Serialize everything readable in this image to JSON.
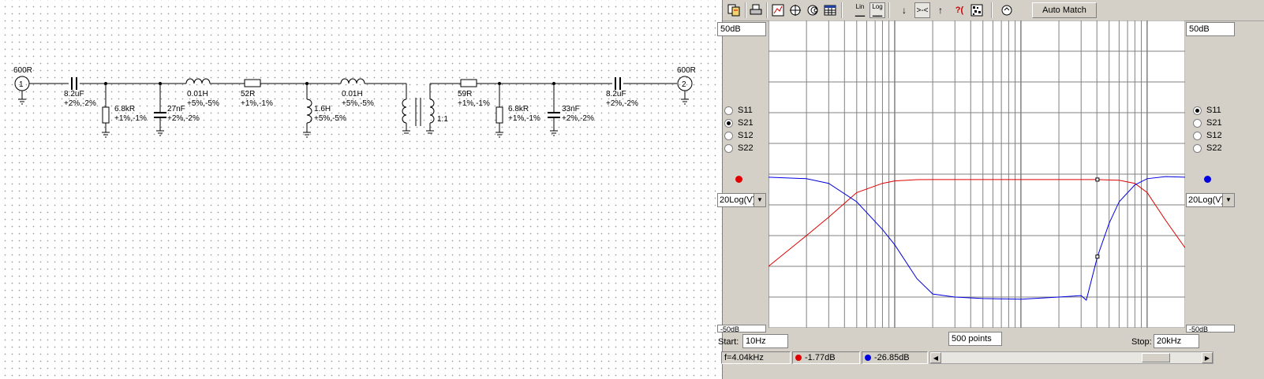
{
  "schematic": {
    "source": {
      "port": "1",
      "impedance": "600R"
    },
    "load": {
      "port": "2",
      "impedance": "600R"
    },
    "components": [
      {
        "id": "c1",
        "value": "8.2uF",
        "tol": "+2%,-2%"
      },
      {
        "id": "r1",
        "value": "6.8kR",
        "tol": "+1%,-1%"
      },
      {
        "id": "c2",
        "value": "27nF",
        "tol": "+2%,-2%"
      },
      {
        "id": "l1",
        "value": "0.01H",
        "tol": "+5%,-5%"
      },
      {
        "id": "r2",
        "value": "52R",
        "tol": "+1%,-1%"
      },
      {
        "id": "l2",
        "value": "1.6H",
        "tol": "+5%,-5%"
      },
      {
        "id": "l3",
        "value": "0.01H",
        "tol": "+5%,-5%"
      },
      {
        "id": "t1",
        "value": "1:1"
      },
      {
        "id": "r3",
        "value": "59R",
        "tol": "+1%,-1%"
      },
      {
        "id": "r4",
        "value": "6.8kR",
        "tol": "+1%,-1%"
      },
      {
        "id": "c3",
        "value": "33nF",
        "tol": "+2%,-2%"
      },
      {
        "id": "c4",
        "value": "8.2uF",
        "tol": "+2%,-2%"
      }
    ]
  },
  "analyzer": {
    "toolbar": {
      "icons": [
        "copy-icon",
        "print-icon",
        "chart-icon",
        "crosshair-icon",
        "smith-chart-icon",
        "table-icon",
        "lin-scale-icon",
        "log-scale-icon",
        "arrow-down-icon",
        "cursor-icon",
        "arrow-up-icon",
        "help-icon",
        "noise-icon",
        "lock-icon"
      ],
      "lin_label": "Lin",
      "log_label": "Log",
      "help_label": "?(",
      "cursor_label": ">-<",
      "auto_match": "Auto Match"
    },
    "left_axis": {
      "top": "50dB",
      "bottom": "-50dB",
      "scale": "20Log(V)"
    },
    "right_axis": {
      "top": "50dB",
      "bottom": "-50dB",
      "scale": "20Log(V)"
    },
    "left_params": [
      {
        "label": "S11",
        "selected": false
      },
      {
        "label": "S21",
        "selected": true
      },
      {
        "label": "S12",
        "selected": false
      },
      {
        "label": "S22",
        "selected": false
      }
    ],
    "right_params": [
      {
        "label": "S11",
        "selected": true
      },
      {
        "label": "S21",
        "selected": false
      },
      {
        "label": "S12",
        "selected": false
      },
      {
        "label": "S22",
        "selected": false
      }
    ],
    "colors": {
      "left_trace": "#e00000",
      "right_trace": "#0000e0",
      "grid": "#808080"
    },
    "start_label": "Start:",
    "start_value": "10Hz",
    "points": "500 points",
    "stop_label": "Stop:",
    "stop_value": "20kHz",
    "status": {
      "freq": "f=4.04kHz",
      "red_value": "-1.77dB",
      "blue_value": "-26.85dB"
    }
  },
  "chart_data": {
    "type": "line",
    "x_scale": "log",
    "xlim_hz": [
      10,
      20000
    ],
    "ylim_db": [
      -50,
      50
    ],
    "grid": true,
    "series": [
      {
        "param": "S21",
        "color": "#e00000",
        "x": [
          10,
          20,
          30,
          50,
          80,
          100,
          150,
          200,
          500,
          1000,
          2000,
          4040,
          6000,
          8000,
          10000,
          14000,
          20000
        ],
        "y": [
          -30,
          -20,
          -14,
          -6,
          -3,
          -2.2,
          -1.8,
          -1.77,
          -1.77,
          -1.77,
          -1.77,
          -1.77,
          -2,
          -3,
          -6,
          -15,
          -24
        ]
      },
      {
        "param": "S11",
        "color": "#0000e0",
        "x": [
          10,
          20,
          30,
          50,
          80,
          100,
          150,
          200,
          300,
          500,
          1000,
          2000,
          3000,
          3300,
          4040,
          5000,
          6000,
          8000,
          10000,
          14000,
          20000
        ],
        "y": [
          -1,
          -1.5,
          -3,
          -9,
          -18,
          -23,
          -34,
          -39,
          -40,
          -40.5,
          -40.7,
          -40,
          -39.5,
          -41,
          -26.85,
          -16,
          -9,
          -3.5,
          -1.5,
          -0.8,
          -1
        ]
      }
    ],
    "cursor_hz": 4040
  }
}
